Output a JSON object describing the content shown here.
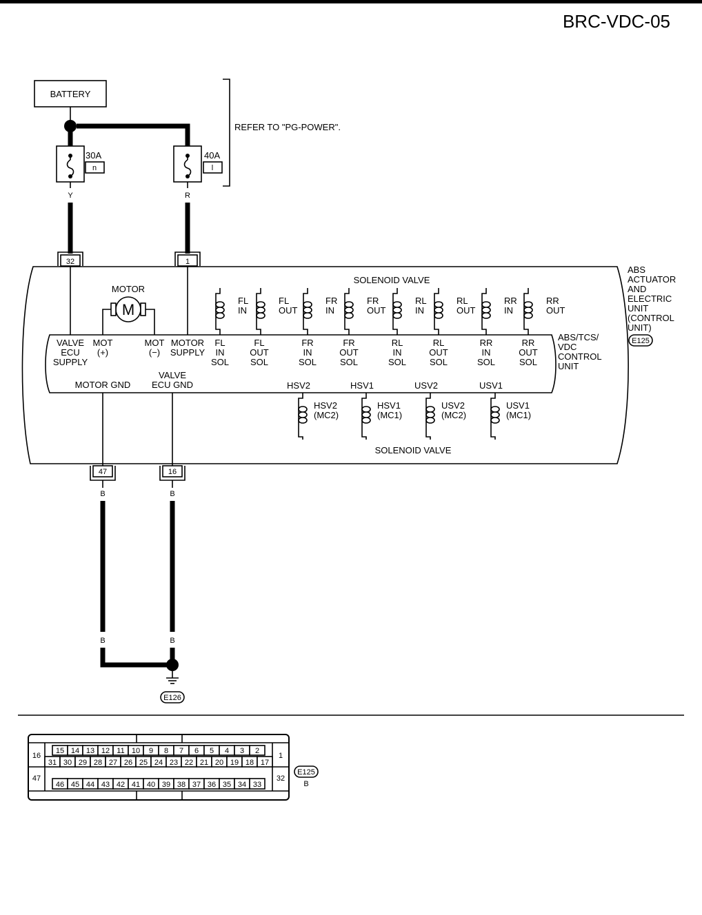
{
  "page_id": "BRC-VDC-05",
  "battery": "BATTERY",
  "refer_note": "REFER TO \"PG-POWER\".",
  "fuses": [
    {
      "rating": "30A",
      "code": "n",
      "wire_color": "Y",
      "pin": "32"
    },
    {
      "rating": "40A",
      "code": "l",
      "wire_color": "R",
      "pin": "1"
    }
  ],
  "unit_label": [
    "ABS",
    "ACTUATOR",
    "AND",
    "ELECTRIC",
    "UNIT",
    "(CONTROL",
    "UNIT)"
  ],
  "unit_connector": "E125",
  "motor_label": "MOTOR",
  "motor_symbol": "M",
  "control_unit_label": [
    "ABS/TCS/",
    "VDC",
    "CONTROL",
    "UNIT"
  ],
  "solenoid_valve_top": "SOLENOID VALVE",
  "solenoid_valve_bottom": "SOLENOID VALVE",
  "top_coils": [
    [
      "FL",
      "IN"
    ],
    [
      "FL",
      "OUT"
    ],
    [
      "FR",
      "IN"
    ],
    [
      "FR",
      "OUT"
    ],
    [
      "RL",
      "IN"
    ],
    [
      "RL",
      "OUT"
    ],
    [
      "RR",
      "IN"
    ],
    [
      "RR",
      "OUT"
    ]
  ],
  "terminals": [
    [
      "VALVE",
      "ECU",
      "SUPPLY"
    ],
    [
      "MOT",
      "(+)"
    ],
    [
      "MOT",
      "(−)"
    ],
    [
      "MOTOR",
      "SUPPLY"
    ],
    [
      "FL",
      "IN",
      "SOL"
    ],
    [
      "FL",
      "OUT",
      "SOL"
    ],
    [
      "FR",
      "IN",
      "SOL"
    ],
    [
      "FR",
      "OUT",
      "SOL"
    ],
    [
      "RL",
      "IN",
      "SOL"
    ],
    [
      "RL",
      "OUT",
      "SOL"
    ],
    [
      "RR",
      "IN",
      "SOL"
    ],
    [
      "RR",
      "OUT",
      "SOL"
    ]
  ],
  "lower_terminals": [
    [
      "MOTOR GND"
    ],
    [
      "VALVE",
      "ECU GND"
    ]
  ],
  "bottom_valves": [
    {
      "name": "HSV2",
      "coil": [
        "HSV2",
        "(MC2)"
      ]
    },
    {
      "name": "HSV1",
      "coil": [
        "HSV1",
        "(MC1)"
      ]
    },
    {
      "name": "USV2",
      "coil": [
        "USV2",
        "(MC2)"
      ]
    },
    {
      "name": "USV1",
      "coil": [
        "USV1",
        "(MC1)"
      ]
    }
  ],
  "ground_pins": [
    {
      "pin": "47",
      "wire_color": "B"
    },
    {
      "pin": "16",
      "wire_color": "B"
    }
  ],
  "ground_connector": "E126",
  "connector_face": {
    "id": "E125",
    "color": "B",
    "row1": [
      "15",
      "14",
      "13",
      "12",
      "11",
      "10",
      "9",
      "8",
      "7",
      "6",
      "5",
      "4",
      "3",
      "2"
    ],
    "row2": [
      "31",
      "30",
      "29",
      "28",
      "27",
      "26",
      "25",
      "24",
      "23",
      "22",
      "21",
      "20",
      "19",
      "18",
      "17"
    ],
    "row3": [
      "46",
      "45",
      "44",
      "43",
      "42",
      "41",
      "40",
      "39",
      "38",
      "37",
      "36",
      "35",
      "34",
      "33"
    ],
    "side_left_top": "16",
    "side_left_bottom": "47",
    "side_right_top": "1",
    "side_right_bottom": "32"
  }
}
